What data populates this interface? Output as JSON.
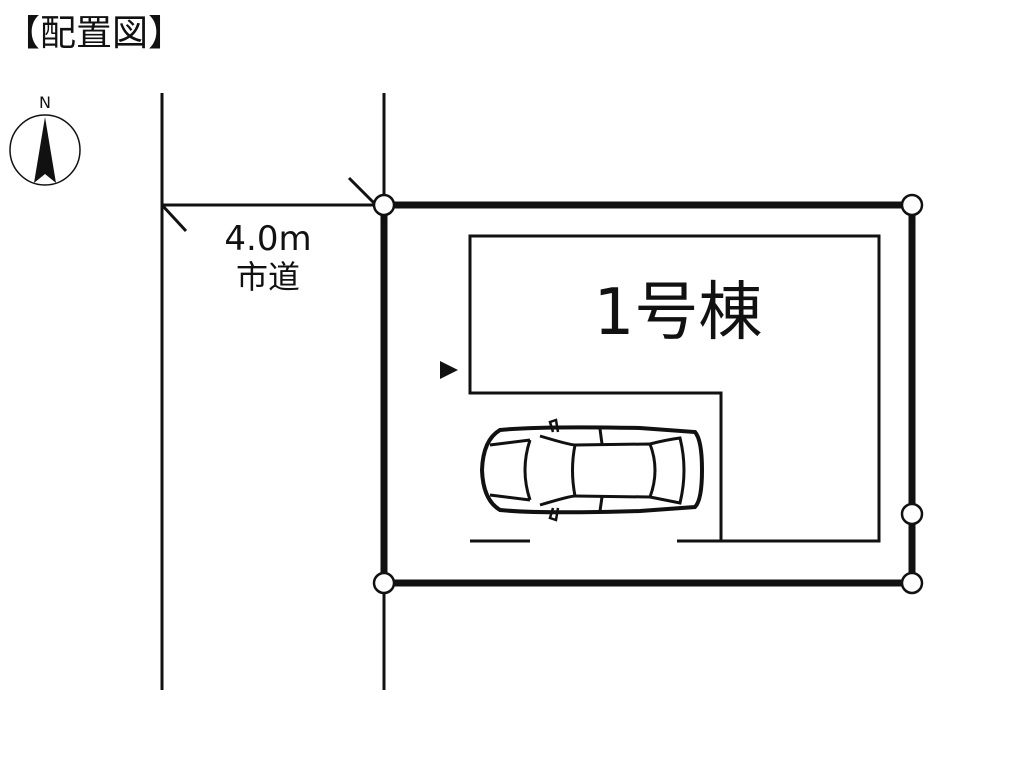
{
  "title": "【配置図】",
  "compass": {
    "label": "N"
  },
  "road": {
    "width": "4.0m",
    "type": "市道"
  },
  "building": {
    "label": "1号棟"
  },
  "colors": {
    "line": "#111111",
    "background": "#ffffff"
  }
}
